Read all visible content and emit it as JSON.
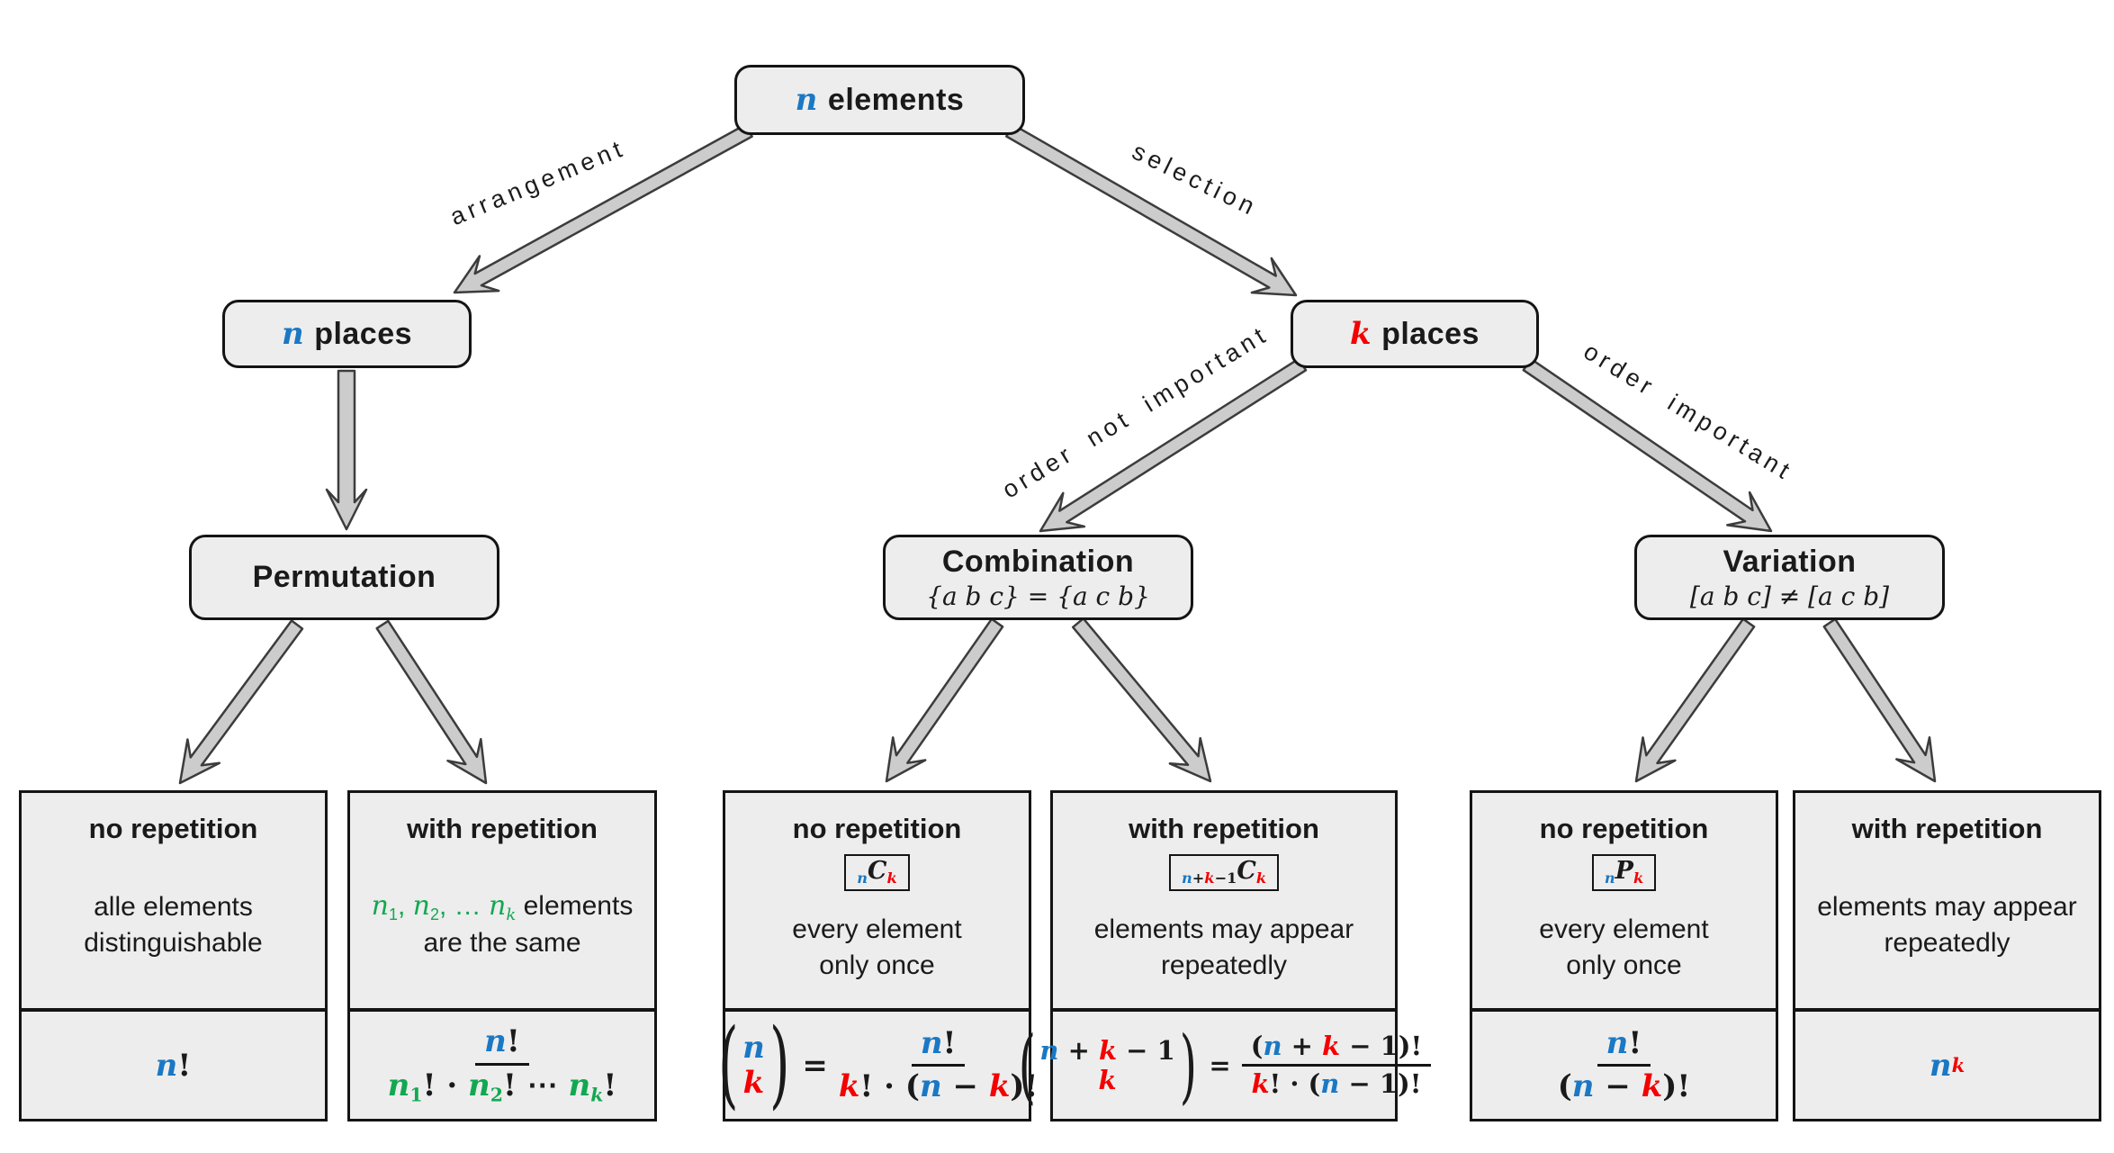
{
  "colors": {
    "k": "#1a1a1a",
    "b": "#1a78c4",
    "r": "#f40000",
    "g": "#12a851"
  },
  "edge_labels": {
    "arrangement": "arrangement",
    "selection": "selection",
    "order_not_important": "order not important",
    "order_important": "order important"
  },
  "nodes": {
    "root": {
      "var": "n",
      "text": "elements"
    },
    "places_left": {
      "var": "n",
      "text": "places"
    },
    "places_right": {
      "var": "k",
      "text": "places"
    },
    "permutation": {
      "title": "Permutation"
    },
    "combination": {
      "title": "Combination",
      "subtitle": "{a b c} = {a c b}"
    },
    "variation": {
      "title": "Variation",
      "subtitle": "[a b c] ≠ [a c b]"
    }
  },
  "cards": [
    {
      "heading": "no repetition",
      "desc": [
        [
          {
            "x": "alle elements"
          }
        ],
        [
          {
            "x": "distinguishable"
          }
        ]
      ],
      "formula": {
        "kind": "plain",
        "tokens": [
          {
            "x": "n",
            "c": "b",
            "m": true
          },
          {
            "x": "!"
          }
        ]
      }
    },
    {
      "heading": "with repetition",
      "desc": [
        [
          {
            "x": "n",
            "c": "g",
            "m": true
          },
          {
            "x": "1",
            "c": "g",
            "p": "sub"
          },
          {
            "x": ", ",
            "c": "g"
          },
          {
            "x": "n",
            "c": "g",
            "m": true
          },
          {
            "x": "2",
            "c": "g",
            "p": "sub"
          },
          {
            "x": ", … ",
            "c": "g"
          },
          {
            "x": "n",
            "c": "g",
            "m": true
          },
          {
            "x": "k",
            "c": "g",
            "p": "sub",
            "m": true
          },
          {
            "x": " elements"
          }
        ],
        [
          {
            "x": "are the same"
          }
        ]
      ],
      "formula": {
        "kind": "frac",
        "num": [
          {
            "x": "n",
            "c": "b",
            "m": true
          },
          {
            "x": "!"
          }
        ],
        "den": [
          {
            "x": "n",
            "c": "g",
            "m": true
          },
          {
            "x": "1",
            "c": "g",
            "p": "sub"
          },
          {
            "x": "! · "
          },
          {
            "x": "n",
            "c": "g",
            "m": true
          },
          {
            "x": "2",
            "c": "g",
            "p": "sub"
          },
          {
            "x": "! ⋯ "
          },
          {
            "x": "n",
            "c": "g",
            "m": true
          },
          {
            "x": "k",
            "c": "g",
            "p": "sub",
            "m": true
          },
          {
            "x": "!"
          }
        ]
      }
    },
    {
      "heading": "no repetition",
      "badge": [
        {
          "x": "n",
          "c": "b",
          "p": "sub",
          "m": true
        },
        {
          "x": "C",
          "m": true
        },
        {
          "x": "k",
          "c": "r",
          "p": "sub",
          "m": true
        }
      ],
      "desc": [
        [
          {
            "x": "every element"
          }
        ],
        [
          {
            "x": "only once"
          }
        ]
      ],
      "formula": {
        "kind": "binom",
        "top": [
          {
            "x": "n",
            "c": "b",
            "m": true
          }
        ],
        "bottom": [
          {
            "x": "k",
            "c": "r",
            "m": true
          }
        ],
        "num": [
          {
            "x": "n",
            "c": "b",
            "m": true
          },
          {
            "x": "!"
          }
        ],
        "den": [
          {
            "x": "k",
            "c": "r",
            "m": true
          },
          {
            "x": "! · ("
          },
          {
            "x": "n",
            "c": "b",
            "m": true
          },
          {
            "x": " − "
          },
          {
            "x": "k",
            "c": "r",
            "m": true
          },
          {
            "x": ")!"
          }
        ]
      }
    },
    {
      "heading": "with repetition",
      "badge": [
        {
          "x": "n",
          "c": "b",
          "p": "sub",
          "m": true
        },
        {
          "x": "+",
          "p": "sub"
        },
        {
          "x": "k",
          "c": "r",
          "p": "sub",
          "m": true
        },
        {
          "x": "−1",
          "p": "sub"
        },
        {
          "x": "C",
          "m": true
        },
        {
          "x": "k",
          "c": "r",
          "p": "sub",
          "m": true
        }
      ],
      "desc": [
        [
          {
            "x": "elements may appear"
          }
        ],
        [
          {
            "x": "repeatedly"
          }
        ]
      ],
      "formula": {
        "kind": "binom",
        "top": [
          {
            "x": "n",
            "c": "b",
            "m": true
          },
          {
            "x": " + "
          },
          {
            "x": "k",
            "c": "r",
            "m": true
          },
          {
            "x": " − 1"
          }
        ],
        "bottom": [
          {
            "x": "k",
            "c": "r",
            "m": true
          }
        ],
        "num": [
          {
            "x": "("
          },
          {
            "x": "n",
            "c": "b",
            "m": true
          },
          {
            "x": " + "
          },
          {
            "x": "k",
            "c": "r",
            "m": true
          },
          {
            "x": " − 1)!"
          }
        ],
        "den": [
          {
            "x": "k",
            "c": "r",
            "m": true
          },
          {
            "x": "! · ("
          },
          {
            "x": "n",
            "c": "b",
            "m": true
          },
          {
            "x": " − 1)!"
          }
        ]
      }
    },
    {
      "heading": "no repetition",
      "badge": [
        {
          "x": "n",
          "c": "b",
          "p": "sub",
          "m": true
        },
        {
          "x": "P",
          "m": true
        },
        {
          "x": "k",
          "c": "r",
          "p": "sub",
          "m": true
        }
      ],
      "desc": [
        [
          {
            "x": "every element"
          }
        ],
        [
          {
            "x": "only once"
          }
        ]
      ],
      "formula": {
        "kind": "frac",
        "num": [
          {
            "x": "n",
            "c": "b",
            "m": true
          },
          {
            "x": "!"
          }
        ],
        "den": [
          {
            "x": "("
          },
          {
            "x": "n",
            "c": "b",
            "m": true
          },
          {
            "x": " − "
          },
          {
            "x": "k",
            "c": "r",
            "m": true
          },
          {
            "x": ")!"
          }
        ]
      }
    },
    {
      "heading": "with repetition",
      "desc": [
        [
          {
            "x": "elements may appear"
          }
        ],
        [
          {
            "x": "repeatedly"
          }
        ]
      ],
      "formula": {
        "kind": "plain",
        "tokens": [
          {
            "x": "n",
            "c": "b",
            "m": true
          },
          {
            "x": "k",
            "c": "r",
            "p": "sup",
            "m": true
          }
        ]
      }
    }
  ]
}
